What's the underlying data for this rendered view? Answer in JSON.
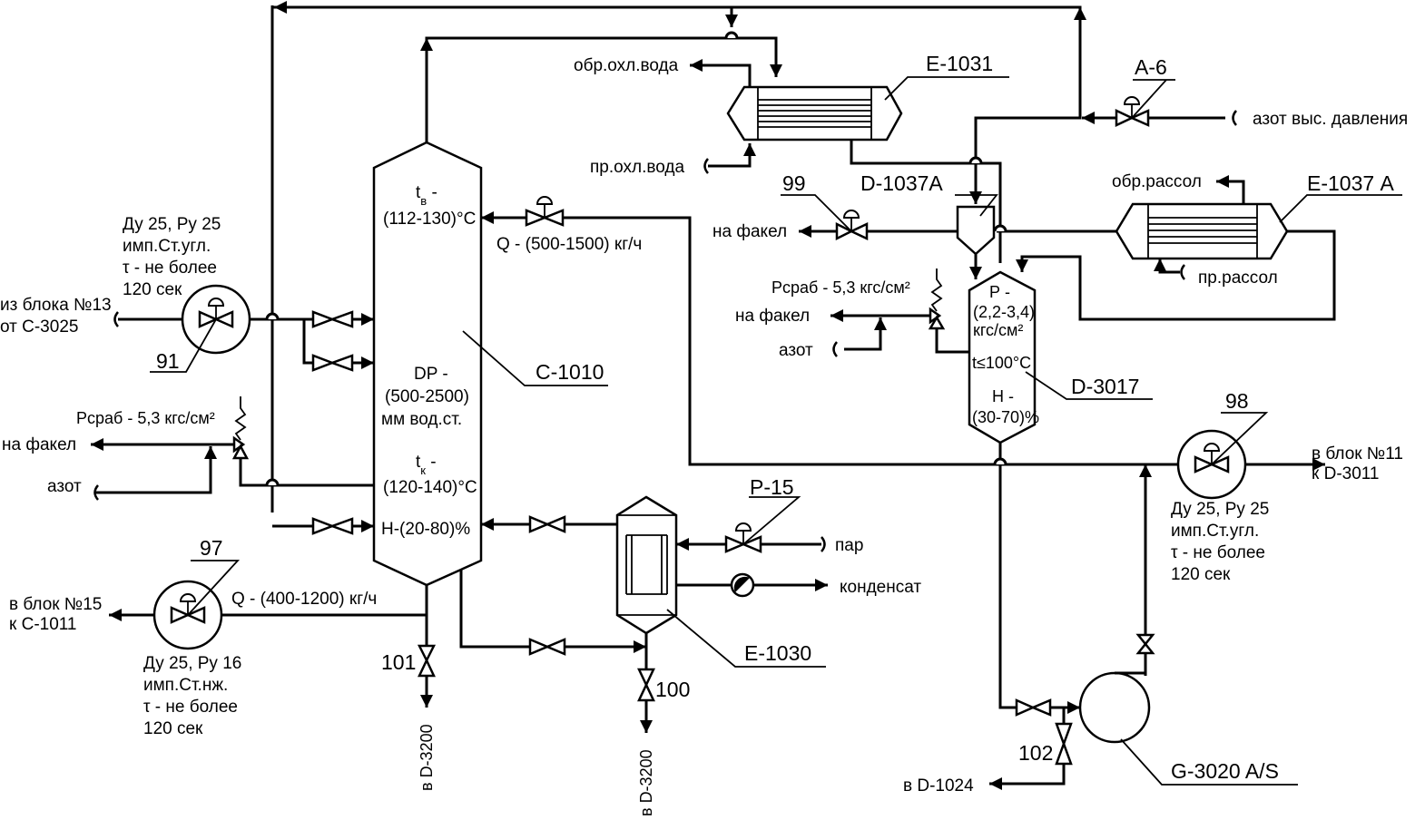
{
  "equipment": {
    "c1010": "С-1010",
    "e1031": "Е-1031",
    "e1037a": "Е-1037 А",
    "d1037a": "D-1037А",
    "d3017": "D-3017",
    "e1030": "Е-1030",
    "g3020": "G-3020 A/S"
  },
  "valves": {
    "a6": "А-6",
    "v99": "99",
    "p15": "Р-15",
    "v91": "91",
    "v97": "97",
    "v98": "98",
    "v101": "101",
    "v100": "100",
    "v102": "102"
  },
  "column": {
    "tv1": "t",
    "tv_sub": "в",
    "tv2": " -",
    "tv_range": "(112-130)°С",
    "dp1": "DP -",
    "dp2": "(500-2500)",
    "dp3": "мм вод.ст.",
    "tk1": "t",
    "tk_sub": "к",
    "tk2": " -",
    "tk_range": "(120-140)°С",
    "h": "Н-(20-80)%"
  },
  "drum": {
    "p1": "Р -",
    "p2": "(2,2-3,4)",
    "p3": "кгс/см²",
    "t": "t≤100°С",
    "h1": "Н -",
    "h2": "(30-70)%"
  },
  "streams": {
    "obr_ohl_voda": "обр.охл.вода",
    "pr_ohl_voda": "пр.охл.вода",
    "azot_vys": "азот выс. давления",
    "obr_rassol": "обр.рассол",
    "pr_rassol": "пр.рассол",
    "na_fakel_99": "на факел",
    "na_fakel_d": "на факел",
    "na_fakel_left": "на факел",
    "azot_mid": "азот",
    "azot_left": "азот",
    "par": "пар",
    "kondensat": "конденсат",
    "q_reflux": "Q - (500-1500) кг/ч",
    "q_out": "Q - (400-1200) кг/ч",
    "to_d3200_a": "в D-3200",
    "to_d3200_b": "в D-3200",
    "to_d1024": "в D-1024",
    "to_blok11_1": "в блок №11",
    "to_blok11_2": "к D-3011",
    "to_blok15_1": "в блок №15",
    "to_blok15_2": "к С-1011",
    "from_blok13_1": "из блока №13",
    "from_blok13_2": "от С-3025"
  },
  "relief": {
    "left": "Рсраб - 5,3 кгс/см²",
    "mid": "Рсраб - 5,3 кгс/см²"
  },
  "specs": {
    "v91": [
      "Ду 25, Ру 25",
      "имп.Ст.угл.",
      "τ - не более",
      "120 сек"
    ],
    "v97": [
      "Ду 25, Ру 16",
      "имп.Ст.нж.",
      "τ - не более",
      "120 сек"
    ],
    "v98": [
      "Ду 25, Ру 25",
      "имп.Ст.угл.",
      "τ - не более",
      "120 сек"
    ]
  }
}
